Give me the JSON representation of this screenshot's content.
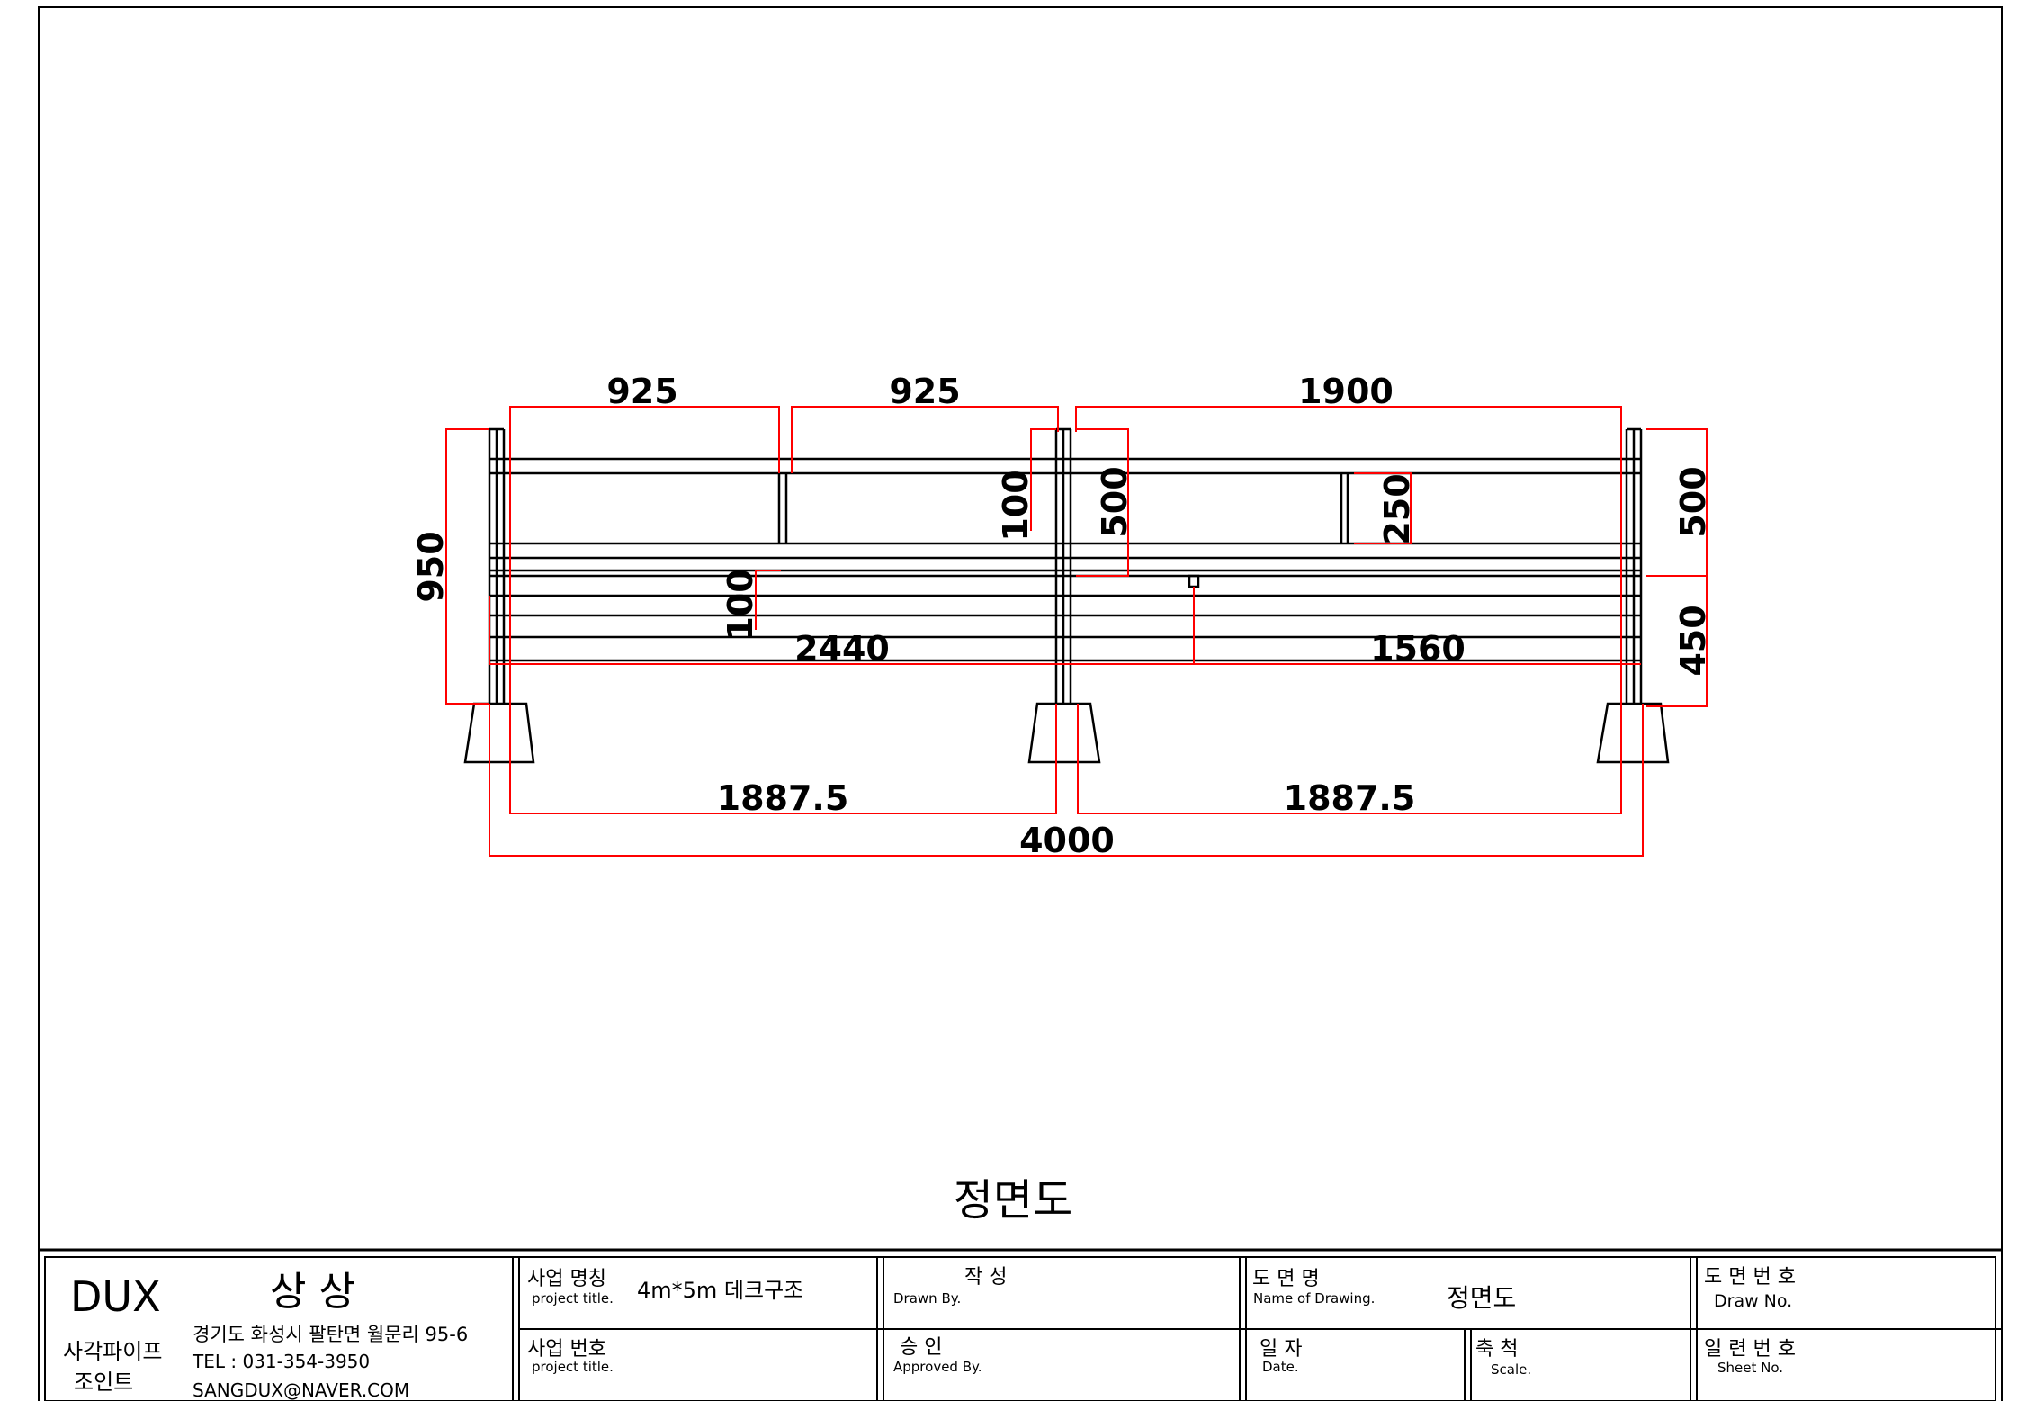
{
  "drawing": {
    "view_title": "정면도",
    "dimensions": {
      "top_925_left": "925",
      "top_925_right": "925",
      "top_1900": "1900",
      "left_950": "950",
      "mid_100_upper": "100",
      "mid_100_lower": "100",
      "mid_500_left": "500",
      "mid_250": "250",
      "right_500": "500",
      "right_450": "450",
      "mid_2440": "2440",
      "mid_1560": "1560",
      "bottom_1887_left": "1887.5",
      "bottom_1887_right": "1887.5",
      "bottom_4000": "4000"
    },
    "colors": {
      "dimension": "#ff0000",
      "structure": "#000000"
    }
  },
  "title_block": {
    "brand": "DUX",
    "company": "상 상",
    "product_line1": "사각파이프",
    "product_line2": "조인트",
    "address": "경기도 화성시 팔탄면 월문리 95-6",
    "tel": "TEL : 031-354-3950",
    "email": "SANGDUX@NAVER.COM",
    "project_name_label": "사업 명칭",
    "project_name_sub": "project title.",
    "project_name_value": "4m*5m 데크구조",
    "project_no_label": "사업 번호",
    "project_no_sub": "project title.",
    "drawn_label": "작    성",
    "drawn_sub": "Drawn By.",
    "approved_label": "승    인",
    "approved_sub": "Approved By.",
    "drawing_name_label": "도  면  명",
    "drawing_name_sub": "Name of Drawing.",
    "drawing_name_value": "정면도",
    "date_label": "일  자",
    "date_sub": "Date.",
    "scale_label": "축  척",
    "scale_sub": "Scale.",
    "draw_no_label": "도 면 번 호",
    "draw_no_sub": "Draw No.",
    "sheet_no_label": "일 련 번 호",
    "sheet_no_sub": "Sheet No."
  }
}
